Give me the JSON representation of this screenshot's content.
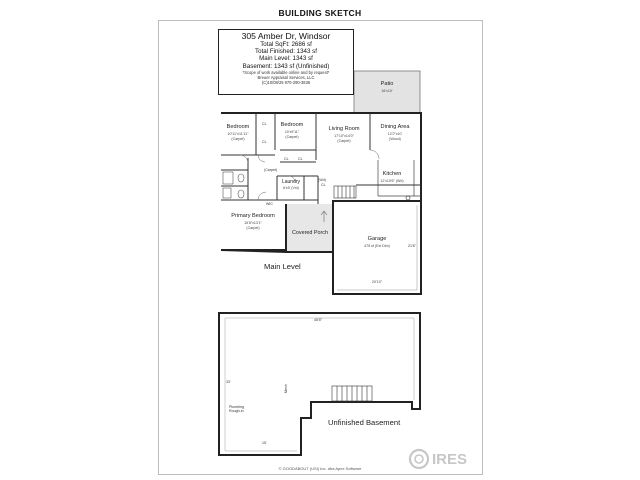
{
  "header": {
    "title": "BUILDING SKETCH"
  },
  "info": {
    "address": "305 Amber Dr, Windsor",
    "lines": [
      "Total SqFt: 2686 sf",
      "Total Finished: 1343 sf",
      "Main Level: 1343 sf",
      "Basement: 1343 sf (Unfinished)"
    ],
    "notes": [
      "*Scope of work available online and by request*",
      "Breuer Appraisal Services, LLC",
      "(C)10/08/25 970-290-3836"
    ]
  },
  "rooms": {
    "patio": {
      "name": "Patio",
      "size": "16'x10'"
    },
    "bedroom1": {
      "name": "Bedroom",
      "size": "10'11\"x11'11\"",
      "floor": "(Carpet)"
    },
    "bedroom2": {
      "name": "Bedroom",
      "size": "10'x9'11\"",
      "floor": "(Carpet)"
    },
    "living": {
      "name": "Living Room",
      "size": "17'10\"x14'0\"",
      "floor": "(Carpet)"
    },
    "dining": {
      "name": "Dining Area",
      "size": "12'2\"x10'",
      "floor": "(Wood)"
    },
    "kitchen": {
      "name": "Kitchen",
      "size": "12'x10'6\" (Wd)"
    },
    "laundry": {
      "name": "Laundry",
      "size": "6'x5' (Vnl)"
    },
    "primary": {
      "name": "Primary Bedroom",
      "size": "15'8\"x13'1\"",
      "floor": "(Carpet)"
    },
    "porch": {
      "name": "Covered Porch"
    },
    "garage": {
      "name": "Garage",
      "size": "475 sf (Ext Dim)",
      "width": "20'10\"",
      "depth": "21'6\""
    },
    "basement": {
      "name": "Unfinished Basement",
      "mech": "Mech",
      "plumbing": "Plumbing Rough-in",
      "width": "48'8\"",
      "depth": "33'",
      "short": "15'"
    }
  },
  "tags": {
    "cl": "CL",
    "carpet": "(Carpet)",
    "wic": "WIC",
    "wd": "(Wd)"
  },
  "levels": {
    "main": "Main Level",
    "basement": "Unfinished Basement"
  },
  "footer": {
    "copyright": "© GOODABOUT (USI) Inc. dba Apex Software"
  },
  "logo": {
    "text": "IRES"
  }
}
